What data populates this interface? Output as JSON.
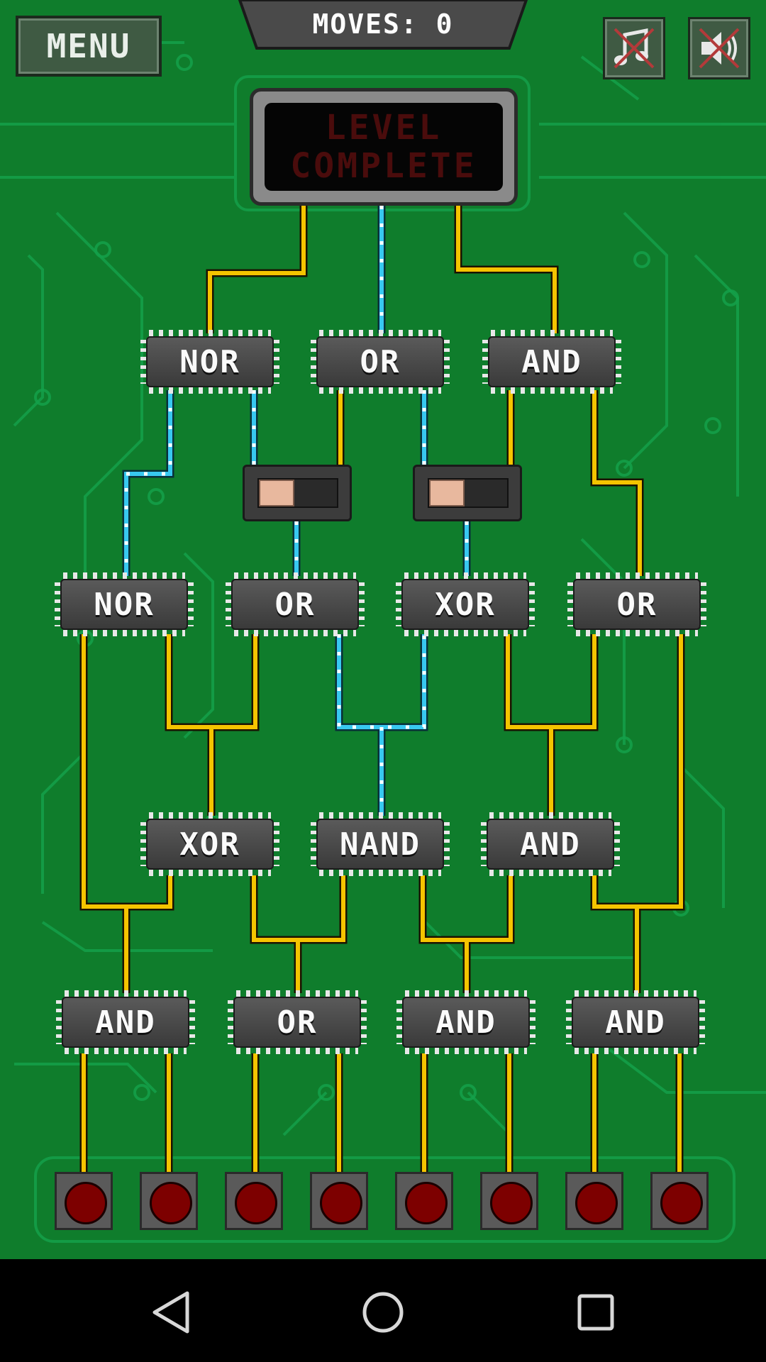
{
  "header": {
    "menu_label": "MENU",
    "moves_text": "MOVES: 0",
    "music_icon": "music-muted-icon",
    "sound_icon": "sound-muted-icon"
  },
  "display": {
    "line1": "LEVEL",
    "line2": "COMPLETE"
  },
  "gates": {
    "r1": [
      "NOR",
      "OR",
      "AND"
    ],
    "r2": [
      "NOR",
      "OR",
      "XOR",
      "OR"
    ],
    "r3": [
      "XOR",
      "NAND",
      "AND"
    ],
    "r4": [
      "AND",
      "OR",
      "AND",
      "AND"
    ]
  },
  "inputs": {
    "count": 8,
    "state": "off"
  },
  "colors": {
    "board": "#0f7d2c",
    "trace": "#12a046",
    "wire_off": "#f5c400",
    "wire_on": "#38c8f0",
    "input_light": "#7d0000"
  },
  "navbar": {
    "back_icon": "back-triangle-icon",
    "home_icon": "home-circle-icon",
    "recents_icon": "recents-square-icon"
  }
}
